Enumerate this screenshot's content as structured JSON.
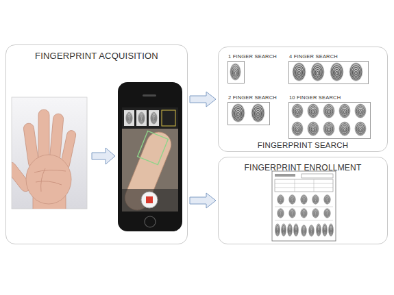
{
  "diagram": {
    "nodes": [
      {
        "text": [
          "FINGERPRINT ACQUISITION"
        ]
      },
      {
        "text": [
          "FINGERPRINT SEARCH"
        ]
      },
      {
        "text": [
          "1 FINGER SEARCH"
        ],
        "in": 1
      },
      {
        "text": [
          "4 FINGER SEARCH"
        ],
        "in": 1
      },
      {
        "text": [
          "2 FINGER SEARCH"
        ],
        "in": 1
      },
      {
        "text": [
          "10 FINGER SEARCH"
        ],
        "in": 1
      },
      {
        "text": [
          "FINGERPRINT ENROLLMENT"
        ]
      }
    ],
    "edges": [
      {
        "from": 0,
        "to": 1,
        "arrow": "to"
      },
      {
        "from": 0,
        "to": 6,
        "arrow": "to"
      }
    ]
  }
}
